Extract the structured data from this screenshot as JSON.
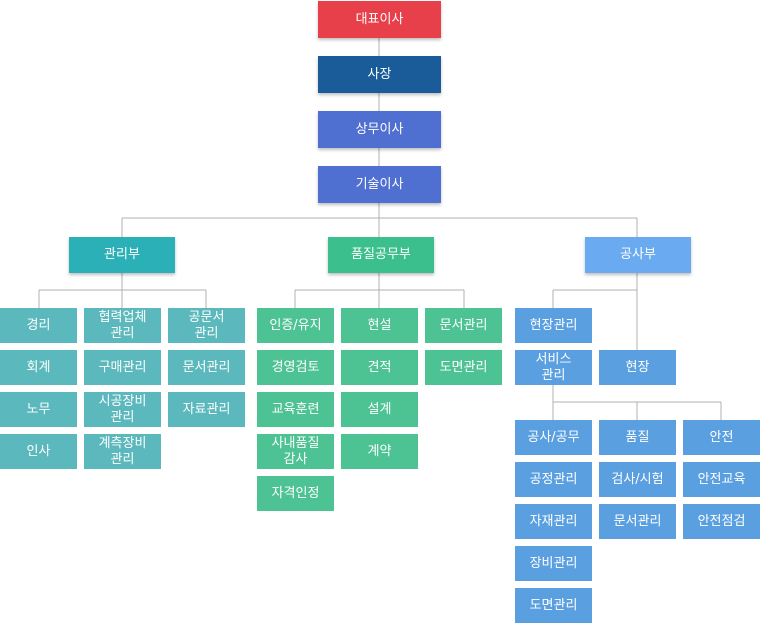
{
  "executives": [
    "대표이사",
    "사장",
    "상무이사",
    "기술이사"
  ],
  "departments": {
    "management": {
      "label": "관리부",
      "col1": [
        "경리",
        "회계",
        "노무",
        "인사"
      ],
      "col2": [
        "협력업체\n관리",
        "구매관리",
        "시공장비\n관리",
        "계측장비\n관리"
      ],
      "col3": [
        "공문서\n관리",
        "문서관리",
        "자료관리"
      ]
    },
    "quality": {
      "label": "품질공무부",
      "col1": [
        "인증/유지",
        "경영검토",
        "교육훈련",
        "사내품질\n감사",
        "자격인정"
      ],
      "col2": [
        "현설",
        "견적",
        "설계",
        "계약"
      ],
      "col3": [
        "문서관리",
        "도면관리"
      ]
    },
    "construction": {
      "label": "공사부",
      "top": [
        "현장관리",
        "서비스\n관리"
      ],
      "site": "현장",
      "col1": [
        "공사/공무",
        "공정관리",
        "자재관리",
        "장비관리",
        "도면관리"
      ],
      "col2": [
        "품질",
        "검사/시험",
        "문서관리"
      ],
      "col3": [
        "안전",
        "안전교육",
        "안전점검"
      ]
    }
  },
  "colors": {
    "ceo": "#e8404a",
    "president": "#1a5c9a",
    "director": "#4f70d0",
    "management": "#2bb0b8",
    "quality": "#3bbf8c",
    "construction": "#6aaaf0",
    "management_unit": "#5bb8bc",
    "quality_unit": "#4dc292",
    "construction_unit": "#5a9fe0",
    "line": "#b0b0b0"
  }
}
